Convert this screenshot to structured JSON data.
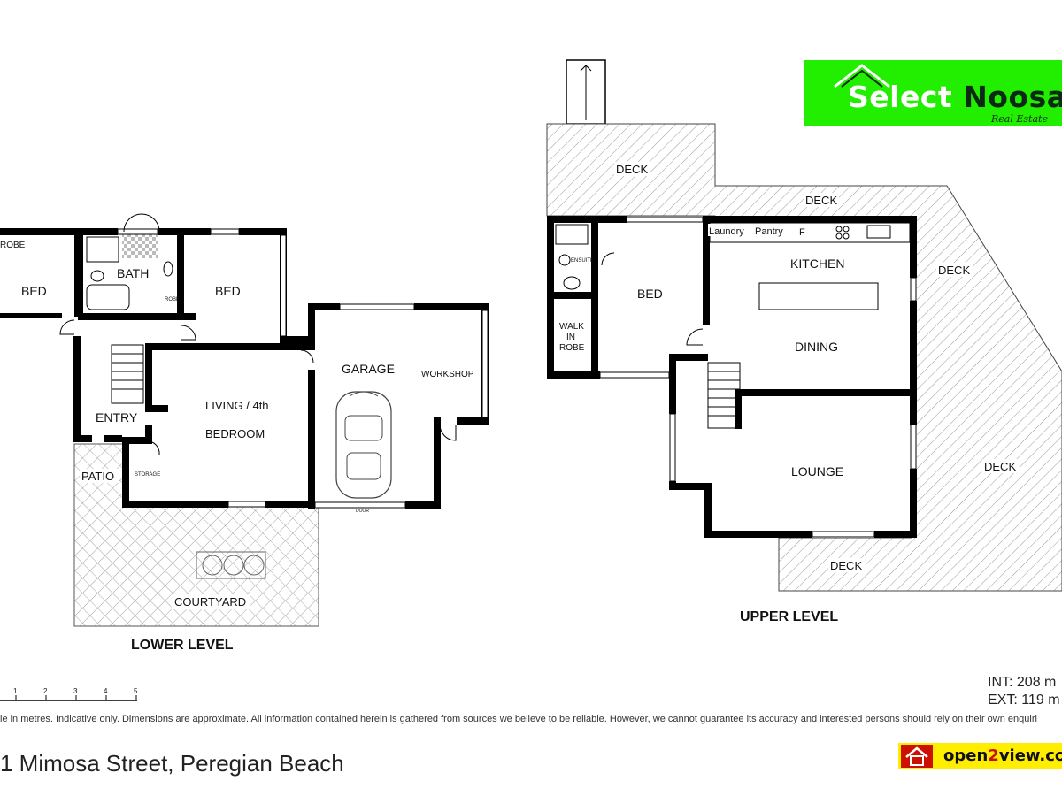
{
  "brand": {
    "name_first": "Select",
    "name_second": "Noosa",
    "tagline": "Real Estate",
    "green": "#22ee00",
    "dark": "#0a2a14"
  },
  "portal": {
    "prefix": "open",
    "two": "2",
    "suffix": "view.com",
    "yellow": "#ffee00",
    "red": "#cc1100",
    "icon": "house-icon"
  },
  "levels": {
    "lower": "LOWER LEVEL",
    "upper": "UPPER LEVEL"
  },
  "rooms_lower": {
    "robe": "ROBE",
    "bed_left": "BED",
    "bath": "BATH",
    "robe_small": "ROBE",
    "bed_right": "BED",
    "living_line1": "LIVING / 4th",
    "living_line2": "BEDROOM",
    "entry": "ENTRY",
    "patio": "PATIO",
    "storage": "STORAGE",
    "garage": "GARAGE",
    "workshop": "WORKSHOP",
    "door": "DOOR",
    "courtyard": "COURTYARD"
  },
  "rooms_upper": {
    "deck_top": "DECK",
    "deck_mid": "DECK",
    "deck_right": "DECK",
    "deck_far_right": "DECK",
    "deck_bottom": "DECK",
    "ensuite": "ENSUITE",
    "walk_in_robe_1": "WALK",
    "walk_in_robe_2": "IN",
    "walk_in_robe_3": "ROBE",
    "bed": "BED",
    "laundry": "Laundry",
    "pantry": "Pantry",
    "fridge": "F",
    "kitchen": "KITCHEN",
    "dining": "DINING",
    "lounge": "LOUNGE"
  },
  "scale": {
    "ticks": [
      "1",
      "2",
      "3",
      "4",
      "5"
    ]
  },
  "area": {
    "int": "INT: 208 m",
    "ext": "EXT: 119 m"
  },
  "disclaimer": "le in metres. Indicative only. Dimensions are approximate. All information contained herein is gathered from sources we believe to be reliable. However, we cannot guarantee its accuracy and interested persons should rely on their own enquiri",
  "address": "1 Mimosa Street, Peregian Beach"
}
